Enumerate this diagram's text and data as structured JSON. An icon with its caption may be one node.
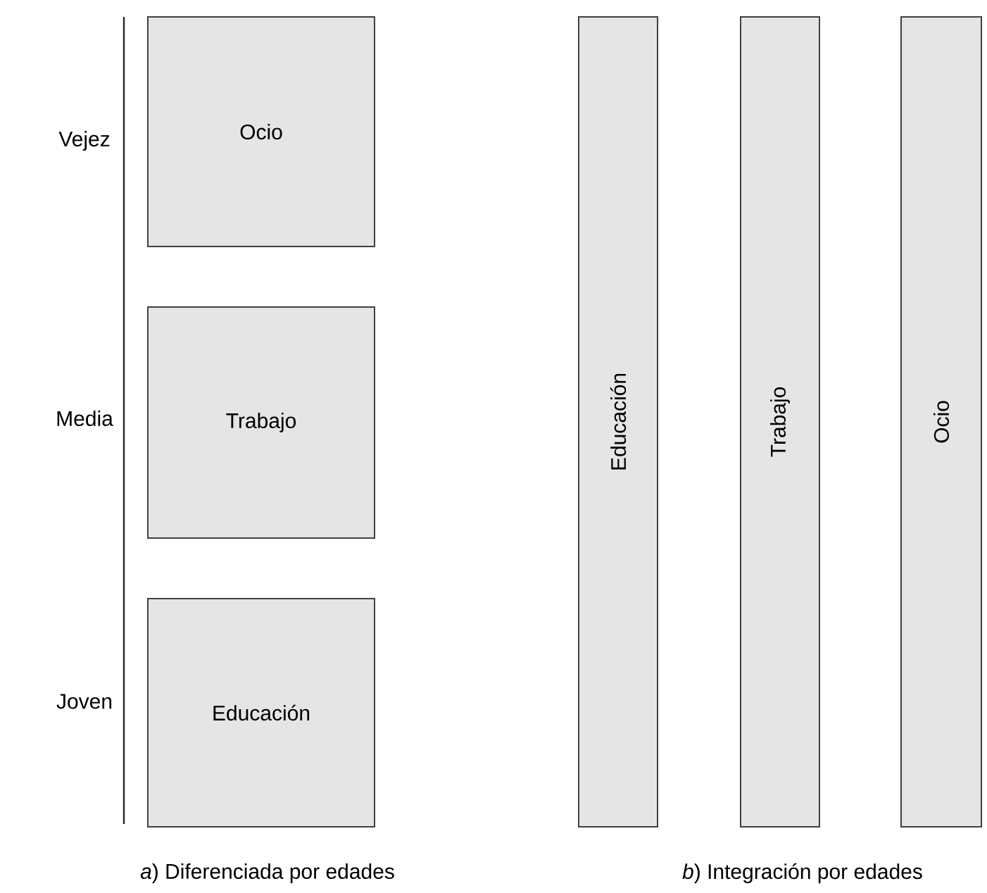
{
  "diagram": {
    "nodes": [
      {
        "text": [
          "Ocio"
        ]
      },
      {
        "text": [
          "Trabajo"
        ]
      },
      {
        "text": [
          "Educación"
        ]
      },
      {
        "text": [
          "Educación"
        ]
      },
      {
        "text": [
          "Trabajo"
        ]
      },
      {
        "text": [
          "Ocio"
        ]
      }
    ],
    "labels": [
      "Vejez",
      "Media",
      "Joven",
      "*a*) Diferenciada por edades",
      "*b*) Integración por edades"
    ]
  }
}
